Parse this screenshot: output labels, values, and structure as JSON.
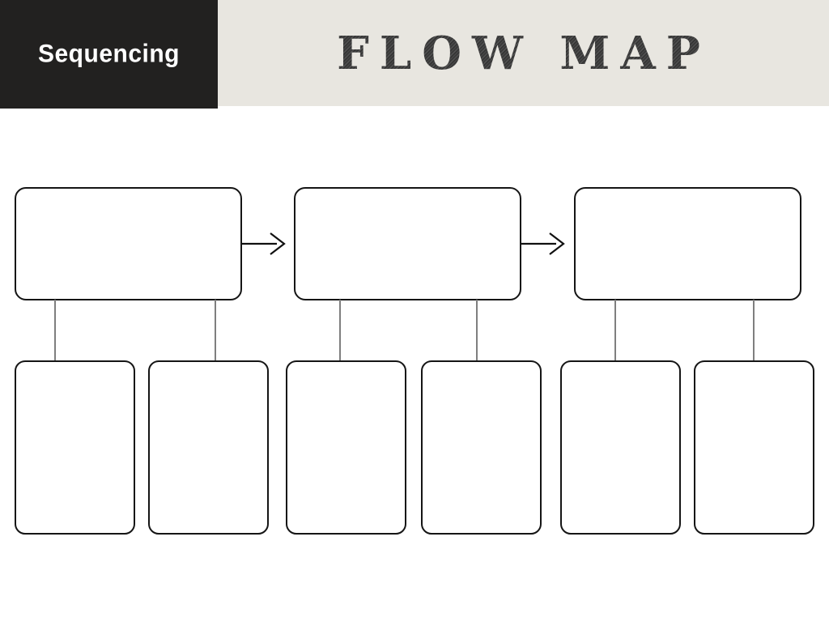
{
  "header": {
    "badge_label": "Sequencing",
    "title": "FLOW MAP",
    "colors": {
      "badge_background": "#222120",
      "badge_text": "#ffffff",
      "band_background": "#e8e6e0",
      "title_color": "#3a3a3a"
    }
  },
  "diagram": {
    "type": "flow-map-graphic-organizer",
    "colors": {
      "box_border": "#151515",
      "box_fill": "#ffffff",
      "connector_line": "#7f7f7f",
      "arrow_stroke": "#111111"
    },
    "icons": {
      "arrow_glyph": "→"
    },
    "steps": [
      {
        "label": "",
        "value": ""
      },
      {
        "label": "",
        "value": ""
      },
      {
        "label": "",
        "value": ""
      }
    ],
    "details": [
      {
        "value": ""
      },
      {
        "value": ""
      },
      {
        "value": ""
      },
      {
        "value": ""
      },
      {
        "value": ""
      },
      {
        "value": ""
      }
    ]
  }
}
